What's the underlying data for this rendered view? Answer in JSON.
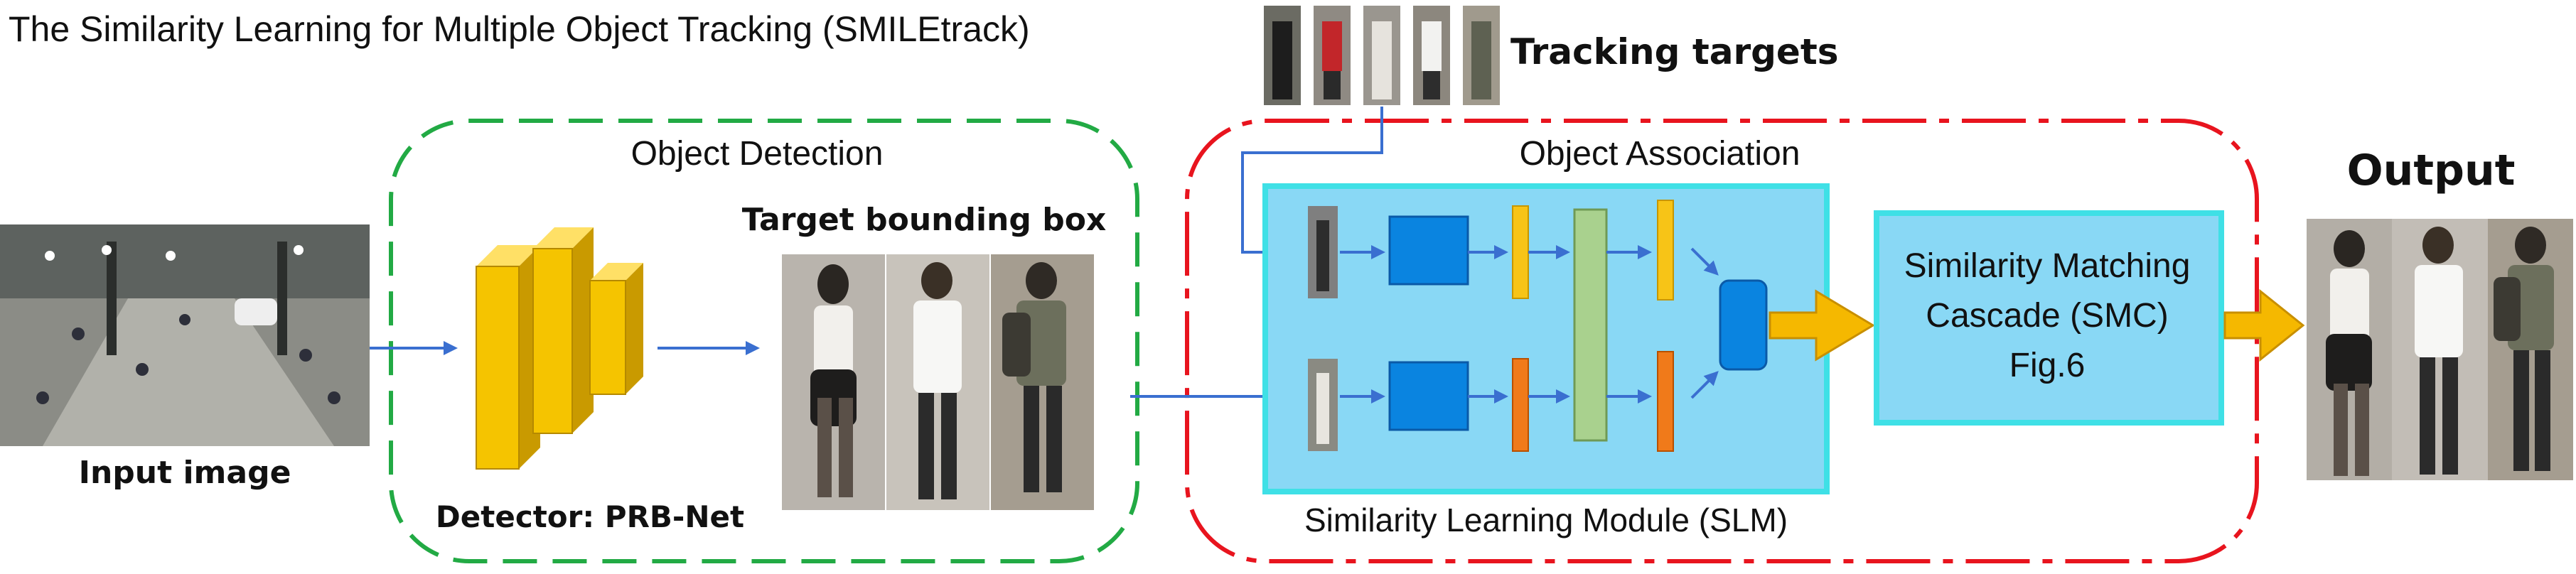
{
  "title": "The Similarity Learning for Multiple Object Tracking (SMILEtrack)",
  "labels": {
    "input_image": "Input image",
    "object_detection": "Object Detection",
    "detector": "Detector: PRB-Net",
    "target_bbox": "Target bounding box",
    "tracking_targets": "Tracking targets",
    "object_association": "Object Association",
    "slm": "Similarity Learning Module (SLM)",
    "smc_line1": "Similarity Matching",
    "smc_line2": "Cascade (SMC)",
    "smc_line3": "Fig.6",
    "output": "Output"
  },
  "colors": {
    "detection_border": "#22aa44",
    "association_border": "#e8141e",
    "slm_fill": "#89d8f5",
    "slm_border": "#3fe0e6",
    "block_blue": "#0a84e0",
    "block_yellow": "#f7c417",
    "block_orange": "#f07a1a",
    "block_green": "#a9d18e",
    "arrow_blue": "#3a6fd0",
    "arrow_yellow": "#f5b800",
    "detector_yellow": "#f5c400"
  },
  "icons": {
    "input_photo": "street-scene-image",
    "bbox_crops": "pedestrian-crops-image",
    "tracking_thumbs": "pedestrian-thumbnails",
    "output_photo": "tracked-pedestrians-image"
  }
}
